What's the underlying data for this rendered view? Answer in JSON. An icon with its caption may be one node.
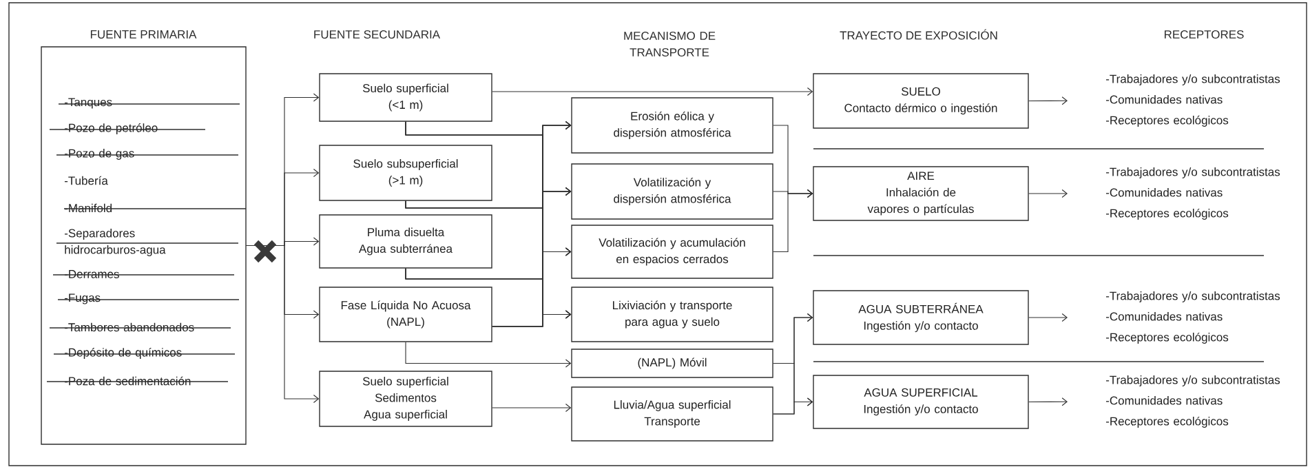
{
  "diagram": {
    "nodes": [
      {
        "text": [
          "-Tanques",
          "-Pozo de petróleo",
          "-Pozo de gas",
          "-Tubería",
          "-Manifold",
          "-Separadores hidrocarburos-agua",
          "-Derrames",
          "-Fugas",
          "-Tambores abandonados",
          "-Depósito de químicos",
          "-Poza de sedimentación"
        ]
      },
      {
        "text": [
          "Suelo superficial",
          "(<1 m)"
        ]
      },
      {
        "text": [
          "Suelo subsuperficial",
          "(>1 m)"
        ]
      },
      {
        "text": [
          "Pluma disuelta",
          "Agua subterránea"
        ]
      },
      {
        "text": [
          "Fase Líquida No Acuosa",
          "(NAPL)"
        ]
      },
      {
        "text": [
          "Suelo superficial",
          "Sedimentos",
          "Agua superficial"
        ]
      },
      {
        "text": [
          "Erosión eólica y dispersión atmosférica"
        ]
      },
      {
        "text": [
          "Volatilización y dispersión atmosférica"
        ]
      },
      {
        "text": [
          "Volatilización y acumulación en espacios cerrados"
        ]
      },
      {
        "text": [
          "Lixiviación y transporte para agua y suelo"
        ]
      },
      {
        "text": [
          "(NAPL) Móvil"
        ]
      },
      {
        "text": [
          "Lluvia/Agua superficial",
          "Transporte"
        ]
      },
      {
        "text": [
          "SUELO",
          "Contacto dérmico o ingestión"
        ]
      },
      {
        "text": [
          "AIRE",
          "Inhalación de vapores o partículas"
        ]
      },
      {
        "text": [
          "AGUA SUBTERRÁNEA",
          "Ingestión y/o contacto"
        ]
      },
      {
        "text": [
          "AGUA SUPERFICIAL",
          "Ingestión y/o contacto"
        ]
      },
      {
        "text": [
          "-Trabajadores y/o subcontratistas",
          "-Comunidades nativas",
          "-Receptores ecológicos"
        ]
      },
      {
        "text": [
          "-Trabajadores y/o subcontratistas",
          "-Comunidades nativas",
          "-Receptores ecológicos"
        ]
      },
      {
        "text": [
          "-Trabajadores y/o subcontratistas",
          "-Comunidades nativas",
          "-Receptores ecológicos"
        ]
      },
      {
        "text": [
          "-Trabajadores y/o subcontratistas",
          "-Comunidades nativas",
          "-Receptores ecológicos"
        ]
      }
    ],
    "edges": [
      {
        "from": 0,
        "to": 1,
        "arrow": "to"
      },
      {
        "from": 0,
        "to": 2,
        "arrow": "to"
      },
      {
        "from": 0,
        "to": 3,
        "arrow": "to"
      },
      {
        "from": 0,
        "to": 4,
        "arrow": "to"
      },
      {
        "from": 0,
        "to": 5,
        "arrow": "to"
      },
      {
        "from": 1,
        "to": 12,
        "arrow": "to"
      },
      {
        "from": 1,
        "to": 6,
        "arrow": "to"
      },
      {
        "from": 1,
        "to": 7,
        "arrow": "to"
      },
      {
        "from": 1,
        "to": 8,
        "arrow": "to"
      },
      {
        "from": 1,
        "to": 9,
        "arrow": "to"
      },
      {
        "from": 2,
        "to": 6,
        "arrow": "to"
      },
      {
        "from": 2,
        "to": 7,
        "arrow": "to"
      },
      {
        "from": 2,
        "to": 8,
        "arrow": "to"
      },
      {
        "from": 2,
        "to": 9,
        "arrow": "to"
      },
      {
        "from": 3,
        "to": 6,
        "arrow": "to"
      },
      {
        "from": 3,
        "to": 7,
        "arrow": "to"
      },
      {
        "from": 3,
        "to": 8,
        "arrow": "to"
      },
      {
        "from": 3,
        "to": 9,
        "arrow": "to"
      },
      {
        "from": 4,
        "to": 6,
        "arrow": "to"
      },
      {
        "from": 4,
        "to": 7,
        "arrow": "to"
      },
      {
        "from": 4,
        "to": 8,
        "arrow": "to"
      },
      {
        "from": 4,
        "to": 9,
        "arrow": "to"
      },
      {
        "from": 4,
        "to": 10,
        "arrow": "to"
      },
      {
        "from": 5,
        "to": 11,
        "arrow": "to"
      },
      {
        "from": 6,
        "to": 13,
        "arrow": "to"
      },
      {
        "from": 7,
        "to": 13,
        "arrow": "to"
      },
      {
        "from": 8,
        "to": 13,
        "arrow": "to"
      },
      {
        "from": 10,
        "to": 14,
        "arrow": "to"
      },
      {
        "from": 10,
        "to": 15,
        "arrow": "to"
      },
      {
        "from": 11,
        "to": 14,
        "arrow": "to"
      },
      {
        "from": 11,
        "to": 15,
        "arrow": "to"
      },
      {
        "from": 12,
        "to": 16,
        "arrow": "to"
      },
      {
        "from": 13,
        "to": 17,
        "arrow": "to"
      },
      {
        "from": 14,
        "to": 18,
        "arrow": "to"
      },
      {
        "from": 15,
        "to": 19,
        "arrow": "to"
      }
    ],
    "labels": [
      "FUENTE PRIMARIA",
      "FUENTE SECUNDARIA",
      "MECANISMO DE TRANSPORTE",
      "TRAYECTO DE EXPOSICIÓN",
      "RECEPTORES"
    ]
  }
}
